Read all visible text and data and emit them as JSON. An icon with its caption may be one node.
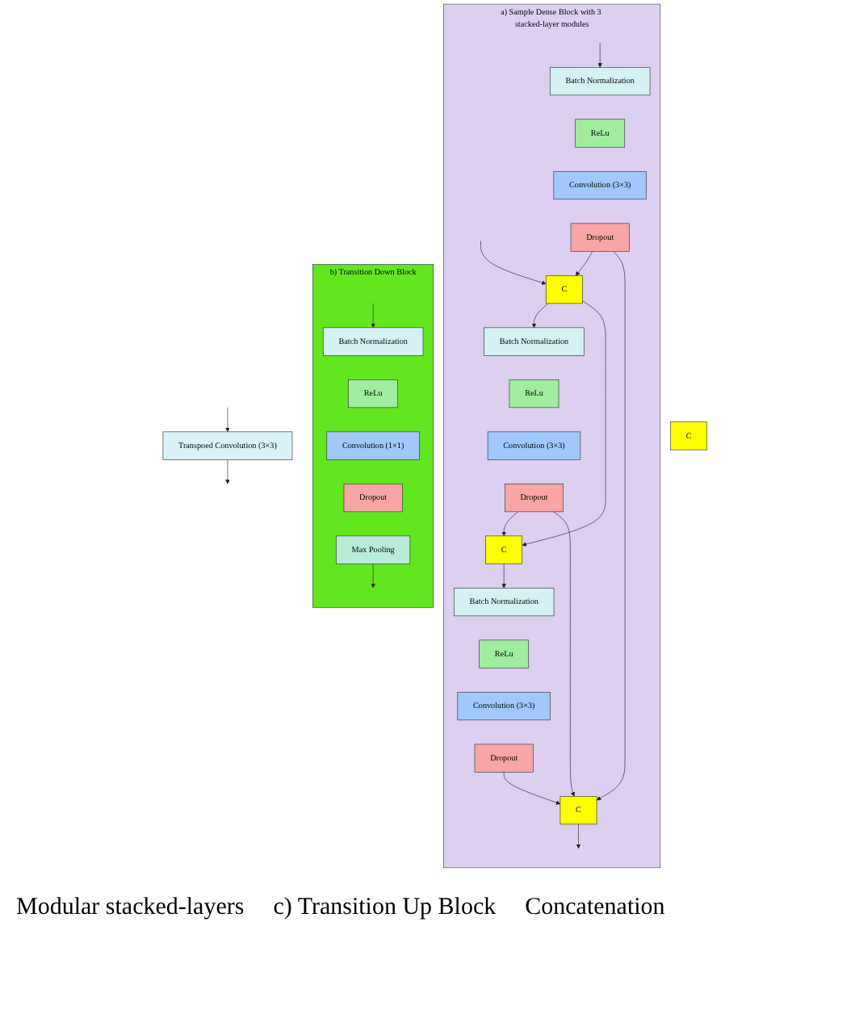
{
  "diagram": {
    "nodes": [
      {
        "text": [
          "a) Sample Dense Block with 3 stacked-layer modules"
        ]
      },
      {
        "text": [
          "Batch Normalization"
        ],
        "in": 0
      },
      {
        "text": [
          "ReLu"
        ],
        "in": 0
      },
      {
        "text": [
          "Convolution (3×3)"
        ],
        "in": 0
      },
      {
        "text": [
          "Dropout"
        ],
        "in": 0
      },
      {
        "text": [
          "C"
        ],
        "in": 0
      },
      {
        "text": [
          "Batch Normalization"
        ],
        "in": 0
      },
      {
        "text": [
          "ReLu"
        ],
        "in": 0
      },
      {
        "text": [
          "Convolution (3×3)"
        ],
        "in": 0
      },
      {
        "text": [
          "Dropout"
        ],
        "in": 0
      },
      {
        "text": [
          "C"
        ],
        "in": 0
      },
      {
        "text": [
          "Batch Normalization"
        ],
        "in": 0
      },
      {
        "text": [
          "ReLu"
        ],
        "in": 0
      },
      {
        "text": [
          "Convolution (3×3)"
        ],
        "in": 0
      },
      {
        "text": [
          "Dropout"
        ],
        "in": 0
      },
      {
        "text": [
          "C"
        ],
        "in": 0
      },
      {
        "text": [
          "b) Transition Down Block"
        ]
      },
      {
        "text": [
          "Batch Normalization"
        ],
        "in": 16
      },
      {
        "text": [
          "ReLu"
        ],
        "in": 16
      },
      {
        "text": [
          "Convolution (1×1)"
        ],
        "in": 16
      },
      {
        "text": [
          "Dropout"
        ],
        "in": 16
      },
      {
        "text": [
          "Max Pooling"
        ],
        "in": 16
      },
      {
        "text": [
          "Transpoed Convolution (3×3)"
        ]
      },
      {
        "text": [
          "C"
        ]
      }
    ],
    "edges": [
      {
        "from": null,
        "to": 1,
        "arrow": "to"
      },
      {
        "from": null,
        "to": 5,
        "arrow": "to"
      },
      {
        "from": 4,
        "to": 5,
        "arrow": "to"
      },
      {
        "from": 4,
        "to": 15,
        "arrow": "to"
      },
      {
        "from": 5,
        "to": 6,
        "arrow": "to"
      },
      {
        "from": 5,
        "to": 10,
        "arrow": "to"
      },
      {
        "from": 9,
        "to": 10,
        "arrow": "to"
      },
      {
        "from": 9,
        "to": 15,
        "arrow": "to"
      },
      {
        "from": 10,
        "to": 11,
        "arrow": "to"
      },
      {
        "from": 14,
        "to": 15,
        "arrow": "to"
      },
      {
        "from": 15,
        "to": null,
        "arrow": "to"
      },
      {
        "from": null,
        "to": 17,
        "arrow": "to"
      },
      {
        "from": 21,
        "to": null,
        "arrow": "to"
      },
      {
        "from": null,
        "to": 22,
        "arrow": "to"
      },
      {
        "from": 22,
        "to": null,
        "arrow": "to"
      }
    ],
    "labels": [
      "Modular stacked-layers",
      "c) Transition Up Block",
      "Concatenation"
    ]
  }
}
